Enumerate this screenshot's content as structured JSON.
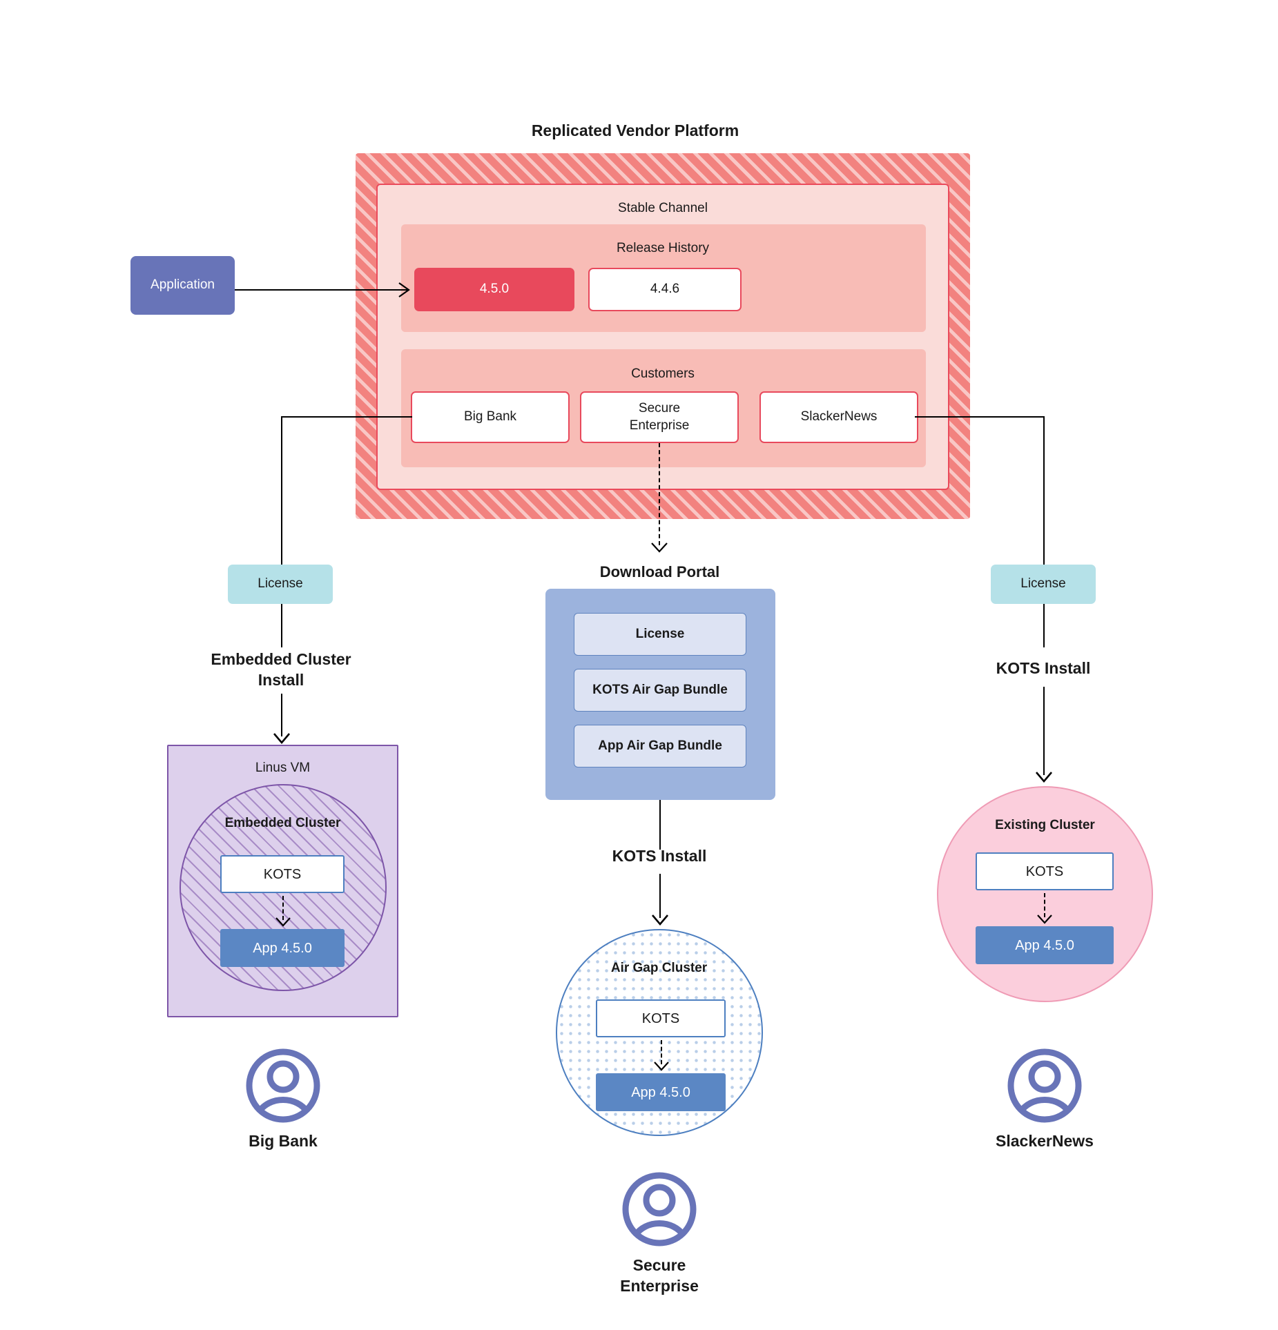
{
  "diagram": {
    "title": "Replicated Vendor Platform",
    "application": {
      "label": "Application"
    },
    "vendor_platform": {
      "channel": {
        "title": "Stable Channel"
      },
      "release_history": {
        "title": "Release History",
        "releases": [
          {
            "version": "4.5.0",
            "state": "current"
          },
          {
            "version": "4.4.6",
            "state": "previous"
          }
        ]
      },
      "customers": {
        "title": "Customers",
        "items": [
          {
            "name": "Big Bank"
          },
          {
            "name": "Secure\nEnterprise"
          },
          {
            "name": "SlackerNews"
          }
        ]
      }
    },
    "licenses": {
      "left": "License",
      "right": "License"
    },
    "flow_labels": {
      "embedded_install": "Embedded Cluster\nInstall",
      "kots_install_right": "KOTS Install",
      "kots_install_center": "KOTS Install"
    },
    "download_portal": {
      "title": "Download  Portal",
      "items": [
        {
          "label": "License"
        },
        {
          "label": "KOTS Air Gap Bundle"
        },
        {
          "label": "App Air Gap Bundle"
        }
      ]
    },
    "clusters": {
      "embedded": {
        "vm_title": "Linus VM",
        "cluster_title": "Embedded Cluster",
        "kots": "KOTS",
        "app": "App 4.5.0"
      },
      "airgap": {
        "cluster_title": "Air Gap Cluster",
        "kots": "KOTS",
        "app": "App 4.5.0"
      },
      "existing": {
        "cluster_title": "Existing Cluster",
        "kots": "KOTS",
        "app": "App 4.5.0"
      }
    },
    "personas": [
      {
        "name": "Big Bank",
        "icon": "user-circle-icon"
      },
      {
        "name": "Secure\nEnterprise",
        "icon": "user-circle-icon"
      },
      {
        "name": "SlackerNews",
        "icon": "user-circle-icon"
      }
    ],
    "colors": {
      "vendor_hatch": "#f2827f",
      "channel_bg": "#fadcd9",
      "section_bg": "#f8bcb6",
      "release_current": "#e8495c",
      "application": "#6874b8",
      "license": "#b5e1e8",
      "portal": "#9cb3dd",
      "portal_item": "#dde3f3",
      "vm": "#ddd0ec",
      "embedded_border": "#7d55a8",
      "airgap_border": "#4d7fc0",
      "existing_circle": "#fbcedc",
      "app_version": "#5b87c4",
      "persona": "#6874b8"
    }
  }
}
